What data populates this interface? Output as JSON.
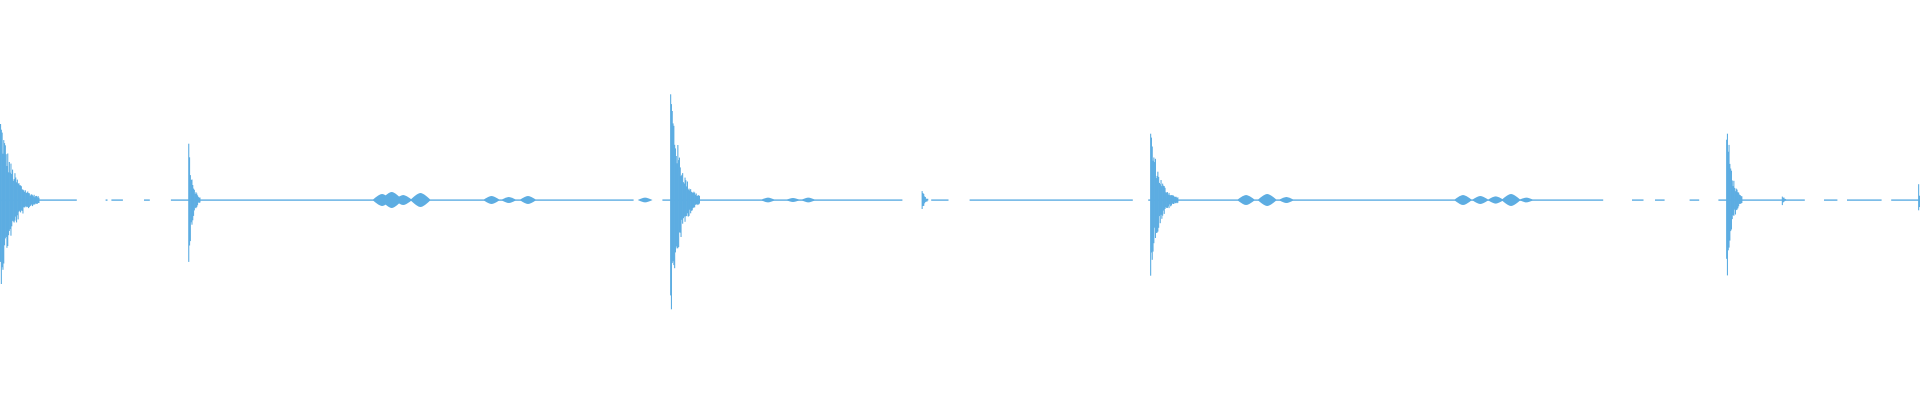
{
  "waveform": {
    "color": "#5DADE2",
    "background": "#ffffff",
    "transients": [
      {
        "pos": 0.0,
        "amp": 0.45,
        "decay": 0.02
      },
      {
        "pos": 0.098,
        "amp": 0.33,
        "decay": 0.006
      },
      {
        "pos": 0.349,
        "amp": 0.62,
        "decay": 0.015
      },
      {
        "pos": 0.48,
        "amp": 0.06,
        "decay": 0.004
      },
      {
        "pos": 0.599,
        "amp": 0.38,
        "decay": 0.014
      },
      {
        "pos": 0.899,
        "amp": 0.46,
        "decay": 0.008
      },
      {
        "pos": 0.928,
        "amp": 0.03,
        "decay": 0.003
      },
      {
        "pos": 0.999,
        "amp": 0.09,
        "decay": 0.001
      }
    ],
    "bursts": [
      {
        "pos": 0.199,
        "amp": 0.03
      },
      {
        "pos": 0.204,
        "amp": 0.04
      },
      {
        "pos": 0.21,
        "amp": 0.025
      },
      {
        "pos": 0.219,
        "amp": 0.035
      },
      {
        "pos": 0.256,
        "amp": 0.02
      },
      {
        "pos": 0.265,
        "amp": 0.015
      },
      {
        "pos": 0.275,
        "amp": 0.02
      },
      {
        "pos": 0.336,
        "amp": 0.012
      },
      {
        "pos": 0.4,
        "amp": 0.012
      },
      {
        "pos": 0.413,
        "amp": 0.01
      },
      {
        "pos": 0.421,
        "amp": 0.012
      },
      {
        "pos": 0.649,
        "amp": 0.025
      },
      {
        "pos": 0.66,
        "amp": 0.03
      },
      {
        "pos": 0.67,
        "amp": 0.015
      },
      {
        "pos": 0.762,
        "amp": 0.025
      },
      {
        "pos": 0.771,
        "amp": 0.02
      },
      {
        "pos": 0.779,
        "amp": 0.018
      },
      {
        "pos": 0.787,
        "amp": 0.03
      },
      {
        "pos": 0.795,
        "amp": 0.012
      }
    ],
    "segments": [
      [
        0.0,
        0.04
      ],
      [
        0.055,
        0.056
      ],
      [
        0.058,
        0.064
      ],
      [
        0.075,
        0.078
      ],
      [
        0.089,
        0.33
      ],
      [
        0.345,
        0.47
      ],
      [
        0.485,
        0.494
      ],
      [
        0.505,
        0.59
      ],
      [
        0.598,
        0.835
      ],
      [
        0.85,
        0.856
      ],
      [
        0.862,
        0.867
      ],
      [
        0.88,
        0.885
      ],
      [
        0.895,
        0.94
      ],
      [
        0.95,
        0.957
      ],
      [
        0.962,
        0.98
      ],
      [
        0.985,
        1.0
      ]
    ]
  }
}
